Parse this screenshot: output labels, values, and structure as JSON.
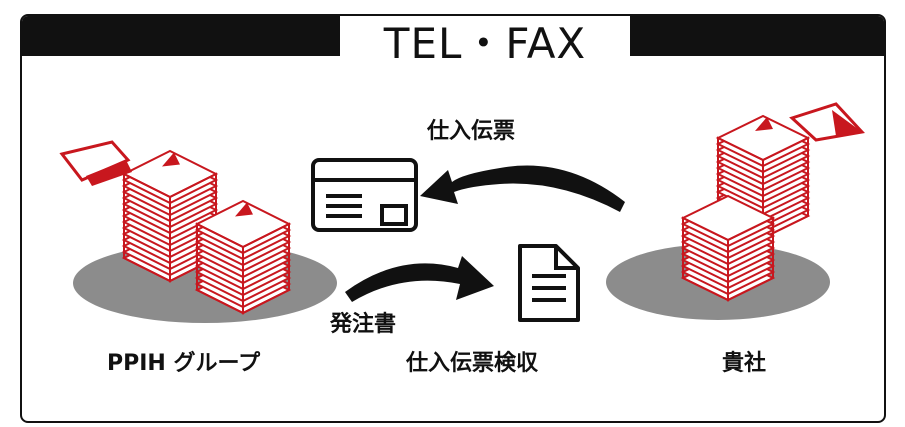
{
  "title": "TEL・FAX",
  "labels": {
    "left_party": "PPIH グループ",
    "right_party": "貴社",
    "top_flow": "仕入伝票",
    "bottom_flow": "発注書",
    "bottom_doc": "仕入伝票検収"
  },
  "colors": {
    "accent_red": "#c8171e",
    "frame_black": "#111111",
    "base_gray": "#8c8c8c"
  }
}
